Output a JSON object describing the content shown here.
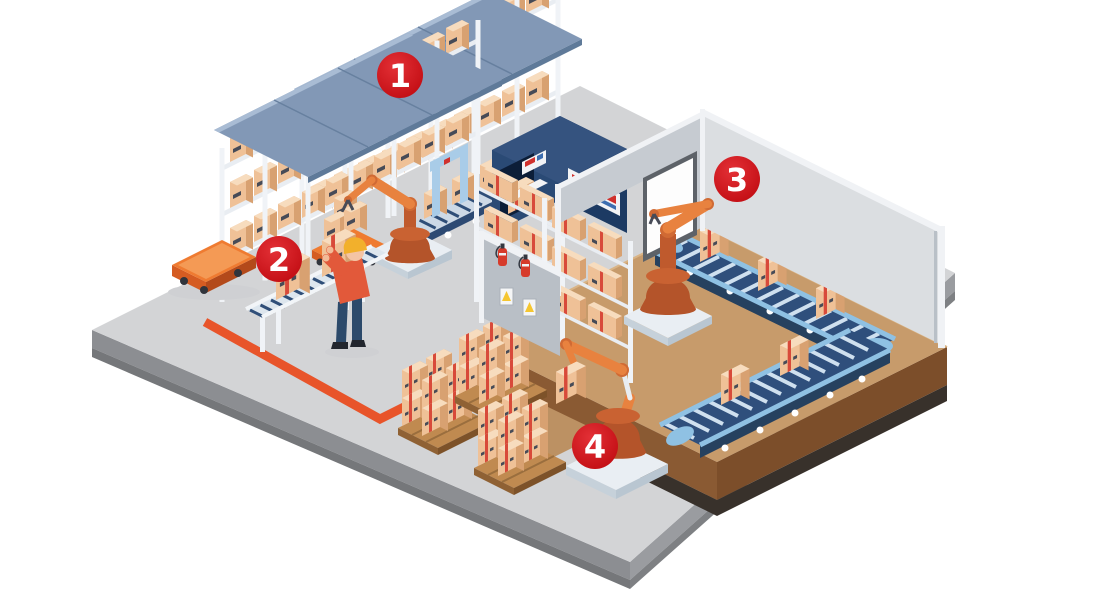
{
  "scene": {
    "kind": "isometric-automated-warehouse-illustration",
    "background_color": "#ffffff",
    "markers": [
      {
        "id": 1,
        "label": "1"
      },
      {
        "id": 2,
        "label": "2"
      },
      {
        "id": 3,
        "label": "3"
      },
      {
        "id": 4,
        "label": "4"
      }
    ],
    "palette": {
      "marker_red": "#cf1118",
      "path_orange": "#e8542a",
      "robot_orange": "#e8823f",
      "robot_rust": "#b4542a",
      "conveyor_navy": "#2f4f7c",
      "conveyor_rail_blue": "#8fc1e3",
      "rack_roof_blue": "#8298b6",
      "carton_tan": "#efc197",
      "floor_gray": "#d3d4d6",
      "room_floor_tan": "#c79b6b",
      "wall_gray": "#c6cbd1",
      "control_booth_navy": "#2a4a75",
      "worker_vest_orange": "#e2593a",
      "helmet_yellow": "#f2b02c",
      "extinguisher_red": "#d63b2b"
    }
  }
}
